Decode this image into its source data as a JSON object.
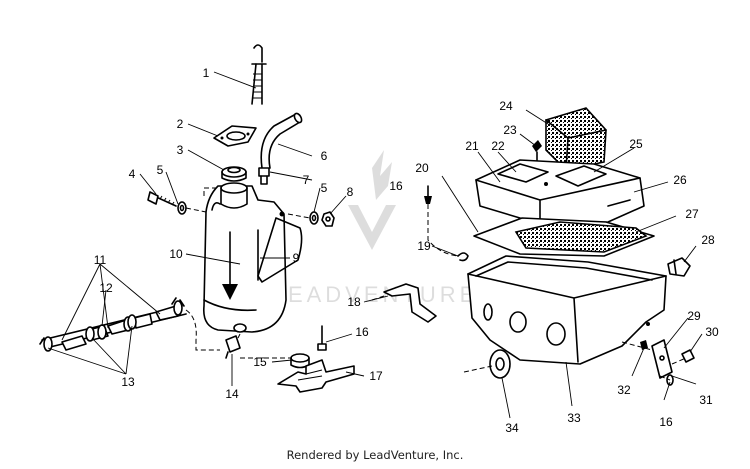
{
  "footer": "Rendered by LeadVenture, Inc.",
  "watermark": "LEADVENTURE",
  "callouts": {
    "c1": "1",
    "c2": "2",
    "c3": "3",
    "c4": "4",
    "c5a": "5",
    "c5b": "5",
    "c6": "6",
    "c7": "7",
    "c8": "8",
    "c9": "9",
    "c10": "10",
    "c11": "11",
    "c12": "12",
    "c13": "13",
    "c14": "14",
    "c15": "15",
    "c16a": "16",
    "c16b": "16",
    "c16c": "16",
    "c17": "17",
    "c18": "18",
    "c19": "19",
    "c20": "20",
    "c21": "21",
    "c22": "22",
    "c23": "23",
    "c24": "24",
    "c25": "25",
    "c26": "26",
    "c27": "27",
    "c28": "28",
    "c29": "29",
    "c30": "30",
    "c31": "31",
    "c32": "32",
    "c33": "33",
    "c34": "34"
  }
}
